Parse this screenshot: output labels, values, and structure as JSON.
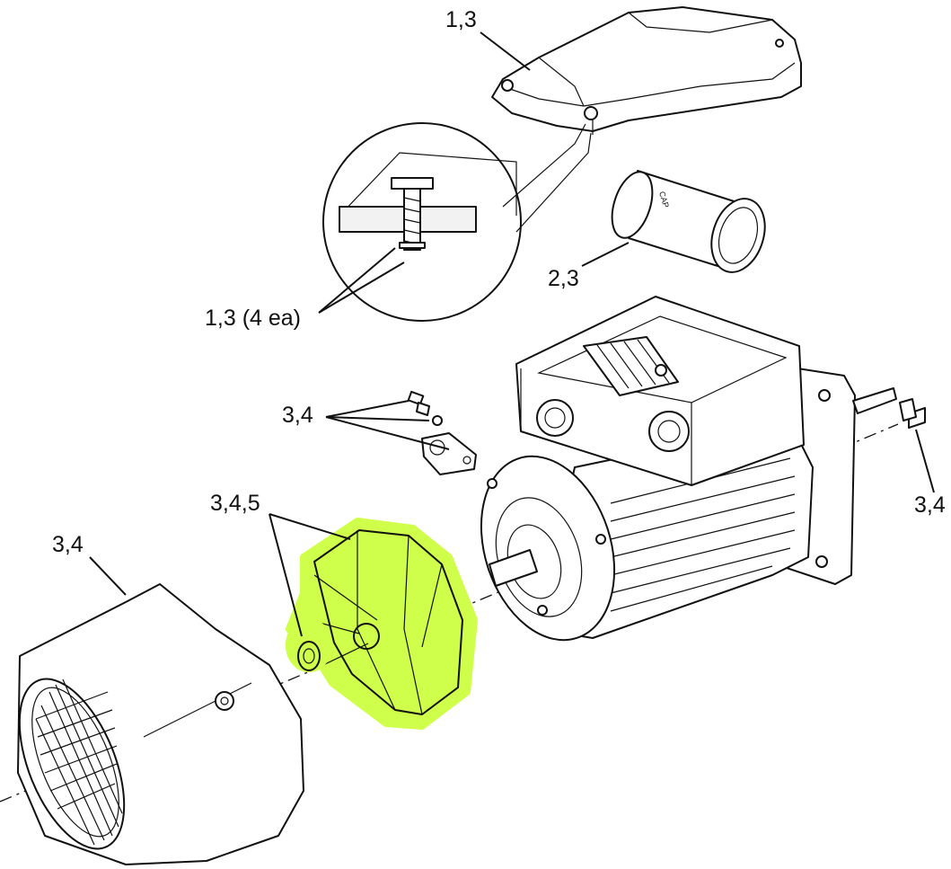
{
  "highlight_color": "#cfff4a",
  "callouts": [
    {
      "id": "cover",
      "text": "1,3"
    },
    {
      "id": "capacitor",
      "text": "2,3"
    },
    {
      "id": "cover-screw",
      "text": "1,3 (4 ea)"
    },
    {
      "id": "bracket",
      "text": "3,4"
    },
    {
      "id": "shaft-bolt",
      "text": "3,4"
    },
    {
      "id": "fan-guard",
      "text": "3,4"
    },
    {
      "id": "fan",
      "text": "3,4,5"
    }
  ],
  "capacitor_text": "CAP"
}
